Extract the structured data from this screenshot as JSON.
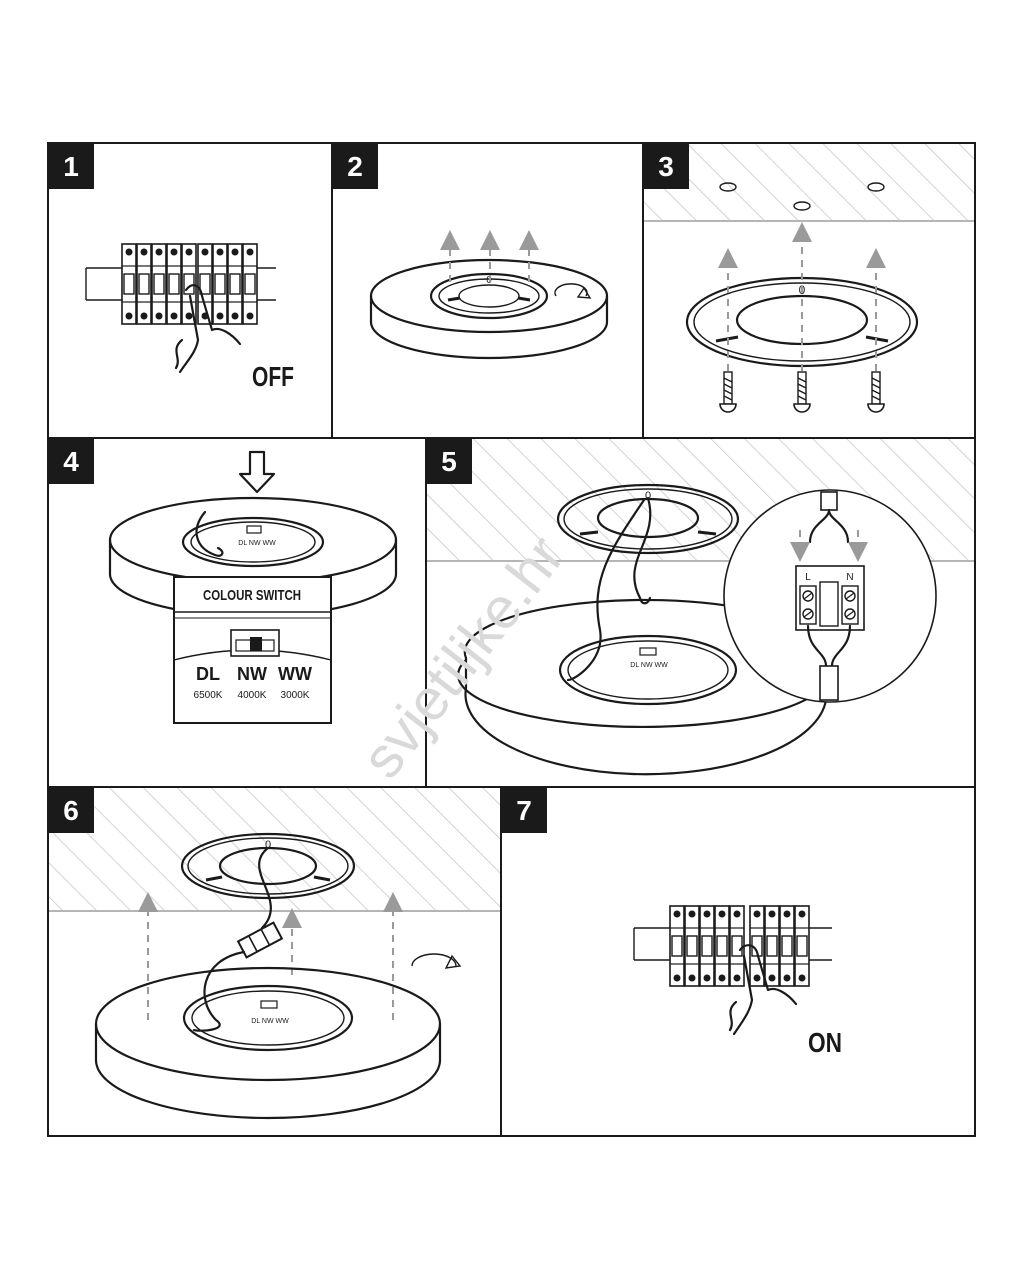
{
  "steps": [
    {
      "number": "1",
      "caption": "OFF"
    },
    {
      "number": "2"
    },
    {
      "number": "3"
    },
    {
      "number": "4"
    },
    {
      "number": "5"
    },
    {
      "number": "6"
    },
    {
      "number": "7",
      "caption": "ON"
    }
  ],
  "colour_switch": {
    "title": "COLOUR SWITCH",
    "modes": [
      {
        "code": "DL",
        "temperature": "6500K"
      },
      {
        "code": "NW",
        "temperature": "4000K"
      },
      {
        "code": "WW",
        "temperature": "3000K"
      }
    ],
    "small_label": "DL NW WW"
  },
  "wiring": {
    "live": "L",
    "neutral": "N"
  },
  "watermark": "svjetiljke.hr"
}
